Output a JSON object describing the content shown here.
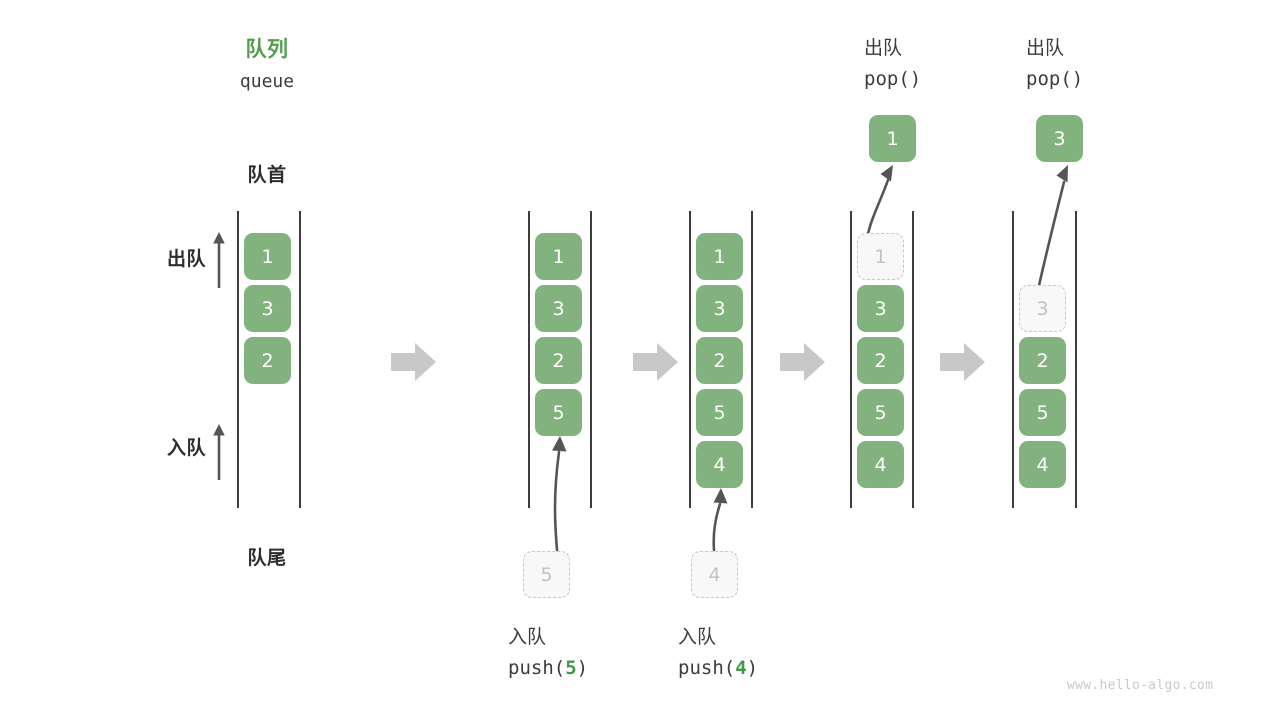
{
  "diagram": {
    "title_cn": "队列",
    "title_en": "queue",
    "front_label": "队首",
    "rear_label": "队尾",
    "dequeue_label": "出队",
    "enqueue_label": "入队",
    "watermark": "www.hello-algo.com",
    "accent_green": "#52a04f",
    "cell_green": "#82b37e",
    "ghost_gray": "#c2c2c2",
    "arrow_gray": "#c8c8c8",
    "rail_color": "#3d3d3d"
  },
  "stages": [
    {
      "id": "initial",
      "name": "initial-queue",
      "cells": [
        {
          "value": "1",
          "state": "filled"
        },
        {
          "value": "3",
          "state": "filled"
        },
        {
          "value": "2",
          "state": "filled"
        }
      ]
    },
    {
      "id": "push5",
      "name": "push-5",
      "op_cn": "入队",
      "op_code_prefix": "push(",
      "op_code_arg": "5",
      "op_code_suffix": ")",
      "incoming_value": "5",
      "cells": [
        {
          "value": "1",
          "state": "filled"
        },
        {
          "value": "3",
          "state": "filled"
        },
        {
          "value": "2",
          "state": "filled"
        },
        {
          "value": "5",
          "state": "filled"
        }
      ]
    },
    {
      "id": "push4",
      "name": "push-4",
      "op_cn": "入队",
      "op_code_prefix": "push(",
      "op_code_arg": "4",
      "op_code_suffix": ")",
      "incoming_value": "4",
      "cells": [
        {
          "value": "1",
          "state": "filled"
        },
        {
          "value": "3",
          "state": "filled"
        },
        {
          "value": "2",
          "state": "filled"
        },
        {
          "value": "5",
          "state": "filled"
        },
        {
          "value": "4",
          "state": "filled"
        }
      ]
    },
    {
      "id": "pop1",
      "name": "pop-1",
      "op_cn": "出队",
      "op_code": "pop()",
      "popped_value": "1",
      "cells": [
        {
          "value": "1",
          "state": "ghost"
        },
        {
          "value": "3",
          "state": "filled"
        },
        {
          "value": "2",
          "state": "filled"
        },
        {
          "value": "5",
          "state": "filled"
        },
        {
          "value": "4",
          "state": "filled"
        }
      ]
    },
    {
      "id": "pop3",
      "name": "pop-3",
      "op_cn": "出队",
      "op_code": "pop()",
      "popped_value": "3",
      "cells": [
        {
          "value": "3",
          "state": "ghost"
        },
        {
          "value": "2",
          "state": "filled"
        },
        {
          "value": "5",
          "state": "filled"
        },
        {
          "value": "4",
          "state": "filled"
        }
      ]
    }
  ]
}
